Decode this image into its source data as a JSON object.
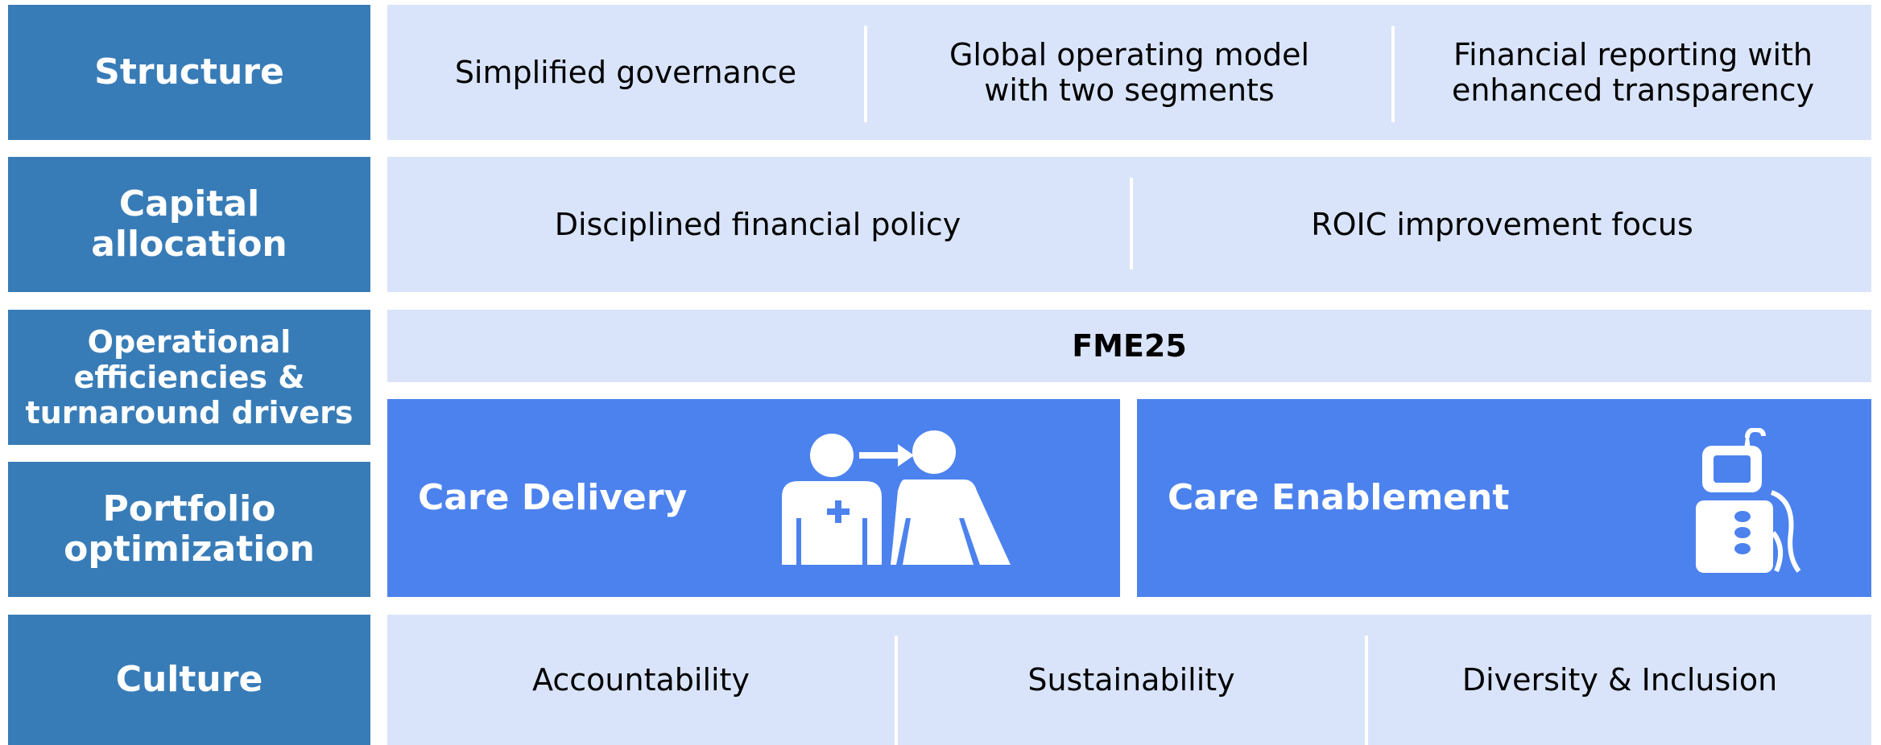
{
  "rows": {
    "structure": {
      "label": "Structure",
      "items": [
        "Simplified governance",
        "Global operating model with two segments",
        "Financial reporting with enhanced transparency"
      ]
    },
    "capital": {
      "label": "Capital allocation",
      "items": [
        "Disciplined financial policy",
        "ROIC improvement focus"
      ]
    },
    "operational": {
      "label": "Operational efficiencies & turnaround drivers"
    },
    "fme_label": "FME25",
    "portfolio": {
      "label": "Portfolio optimization"
    },
    "segments": {
      "care_delivery": "Care Delivery",
      "care_enablement": "Care Enablement"
    },
    "culture": {
      "label": "Culture",
      "items": [
        "Accountability",
        "Sustainability",
        "Diversity & Inclusion"
      ]
    }
  },
  "colors": {
    "label_bg": "#387cb7",
    "panel_bg": "#d9e4fa",
    "segment_bg": "#4c82ee"
  },
  "icons": [
    "patient-caregiver-icon",
    "dialysis-machine-icon"
  ]
}
